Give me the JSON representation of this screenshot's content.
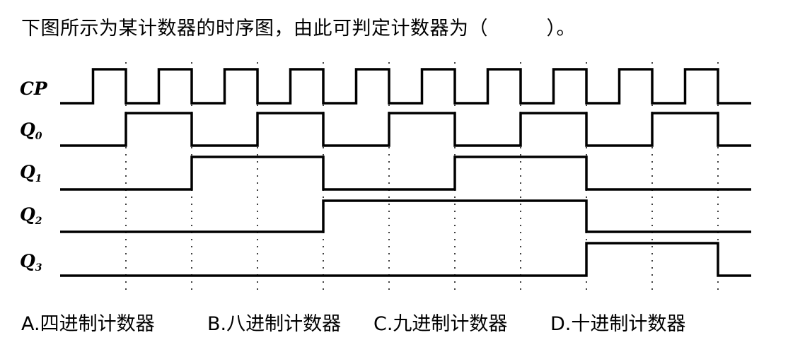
{
  "question": "下图所示为某计数器的时序图，由此可判定计数器为（　　　）。",
  "signals": [
    {
      "id": "cp",
      "label": "CP",
      "sub": "",
      "type": "clock"
    },
    {
      "id": "q0",
      "label": "Q",
      "sub": "0",
      "levels": [
        0,
        1,
        0,
        1,
        0,
        1,
        0,
        1,
        0,
        1,
        0
      ]
    },
    {
      "id": "q1",
      "label": "Q",
      "sub": "1",
      "levels": [
        0,
        0,
        1,
        1,
        0,
        0,
        1,
        1,
        0,
        0,
        0
      ]
    },
    {
      "id": "q2",
      "label": "Q",
      "sub": "2",
      "levels": [
        0,
        0,
        0,
        0,
        1,
        1,
        1,
        1,
        0,
        0,
        0
      ]
    },
    {
      "id": "q3",
      "label": "Q",
      "sub": "3",
      "levels": [
        0,
        0,
        0,
        0,
        0,
        0,
        0,
        0,
        1,
        1,
        0
      ]
    }
  ],
  "options": [
    {
      "key": "A",
      "text": "A.四进制计数器"
    },
    {
      "key": "B",
      "text": "B.八进制计数器"
    },
    {
      "key": "C",
      "text": "C.九进制计数器"
    },
    {
      "key": "D",
      "text": "D.十进制计数器"
    }
  ]
}
